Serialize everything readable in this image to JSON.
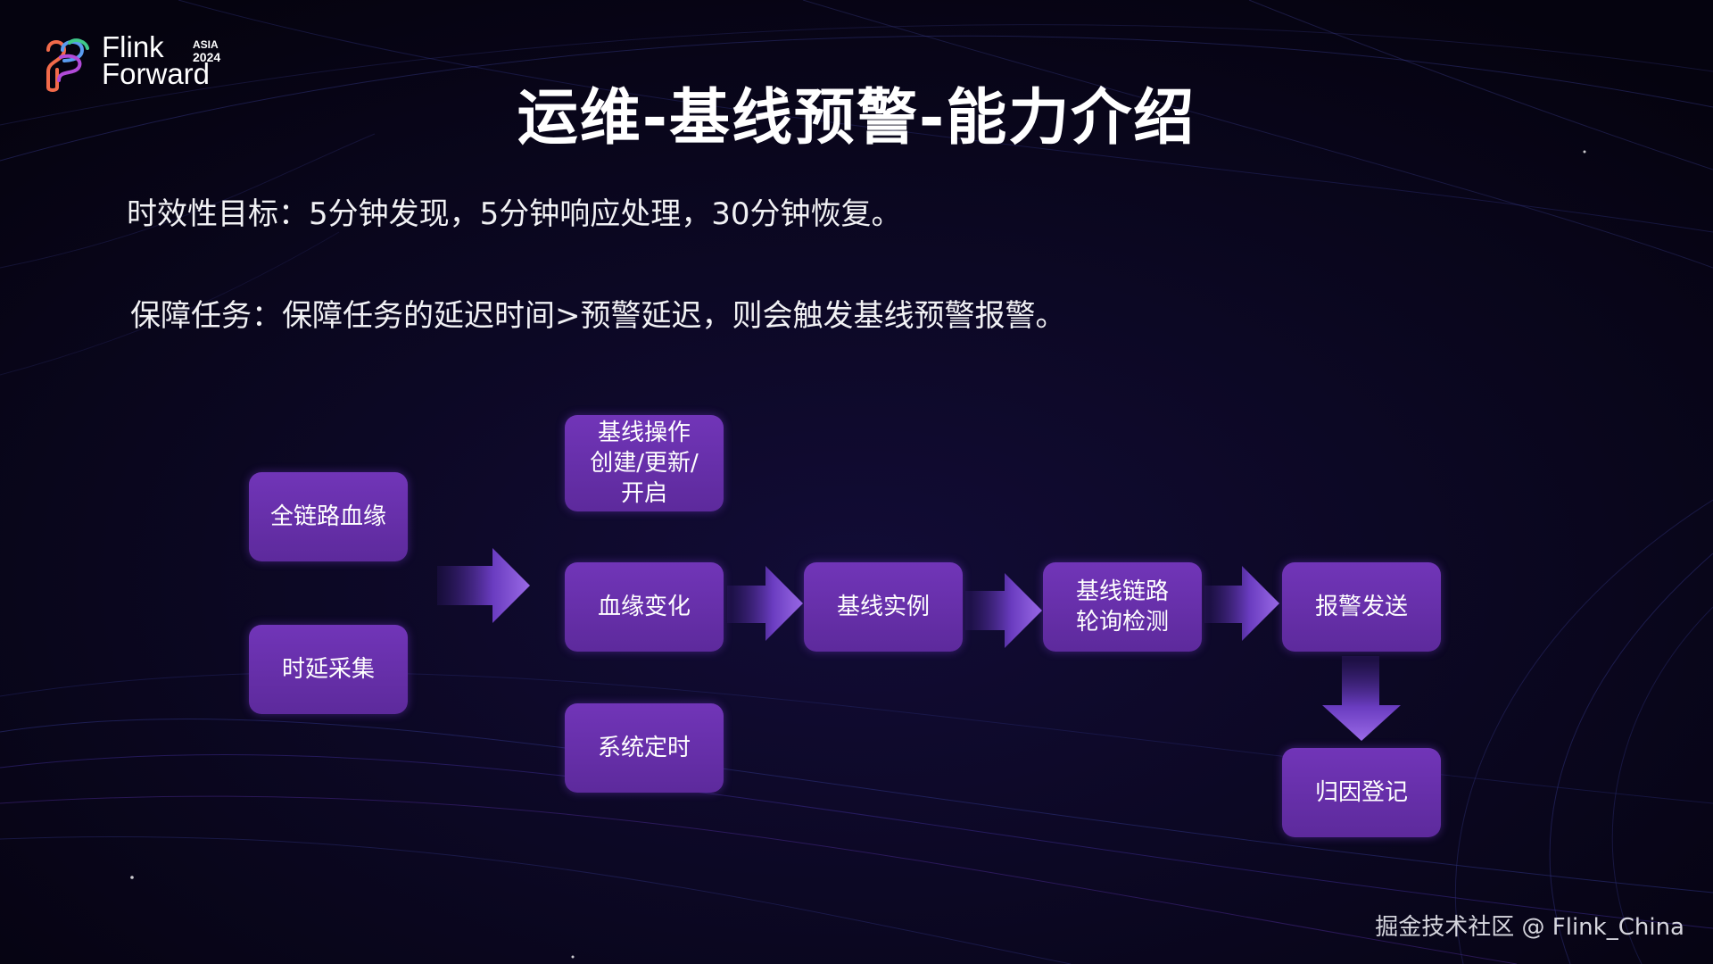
{
  "logo": {
    "line1": "Flink",
    "line2": "Forward",
    "badge_region": "ASIA",
    "badge_year": "2024"
  },
  "slide": {
    "title": "运维-基线预警-能力介绍",
    "goal_text": "时效性目标：5分钟发现，5分钟响应处理，30分钟恢复。",
    "task_text": "保障任务：保障任务的延迟时间>预警延迟，则会触发基线预警报警。"
  },
  "flow": {
    "inputs": [
      "全链路血缘",
      "时延采集"
    ],
    "triggers": [
      "基线操作\n创建/更新/\n开启",
      "血缘变化",
      "系统定时"
    ],
    "instance": "基线实例",
    "check": "基线链路\n轮询检测",
    "alert": "报警发送",
    "attribution": "归因登记"
  },
  "colors": {
    "background": "#07051a",
    "box": "#6a30b0",
    "arrow_light": "#9a6ae6",
    "arrow_dark": "#3a1e7a"
  },
  "watermark": "掘金技术社区 @ Flink_China"
}
